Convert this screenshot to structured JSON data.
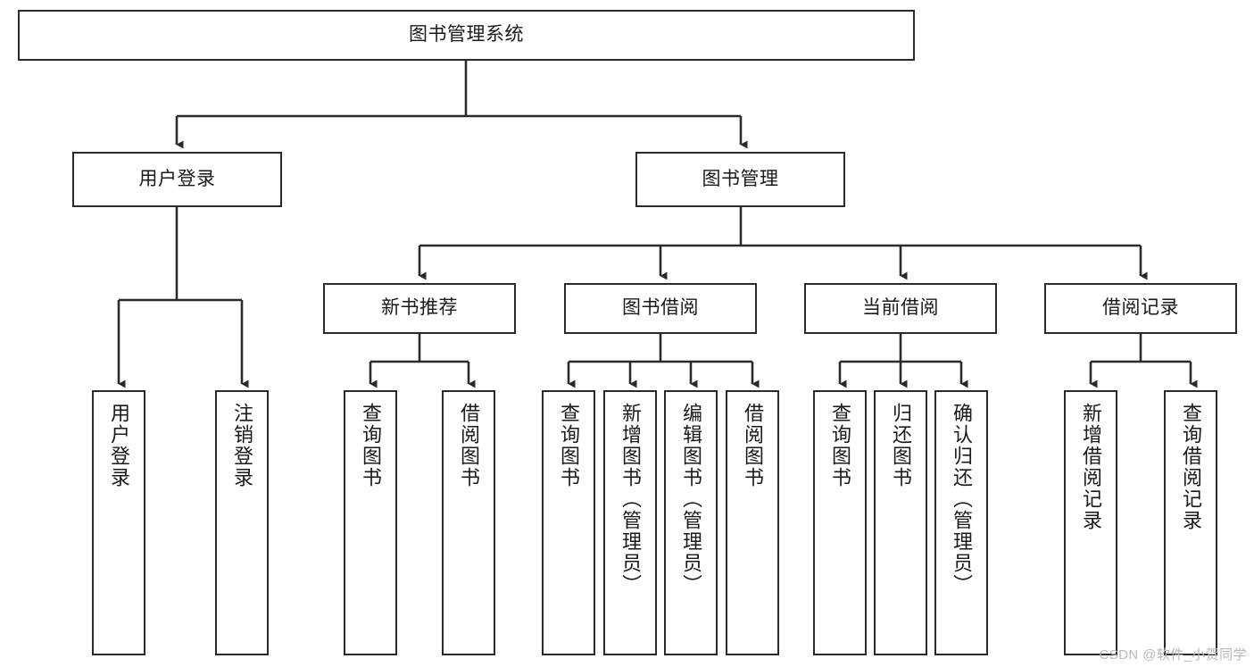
{
  "diagram": {
    "title": "图书管理系统",
    "type": "hierarchy-tree",
    "root": {
      "label": "图书管理系统"
    },
    "level2": [
      {
        "label": "用户登录"
      },
      {
        "label": "图书管理"
      }
    ],
    "level3": [
      {
        "label": "新书推荐"
      },
      {
        "label": "图书借阅"
      },
      {
        "label": "当前借阅"
      },
      {
        "label": "借阅记录"
      }
    ],
    "leaves": [
      {
        "label": "用户登录",
        "parent": "用户登录"
      },
      {
        "label": "注销登录",
        "parent": "用户登录"
      },
      {
        "label": "查询图书",
        "parent": "新书推荐"
      },
      {
        "label": "借阅图书",
        "parent": "新书推荐"
      },
      {
        "label": "查询图书",
        "parent": "图书借阅"
      },
      {
        "label": "新增图书（管理员）",
        "parent": "图书借阅"
      },
      {
        "label": "编辑图书（管理员）",
        "parent": "图书借阅"
      },
      {
        "label": "借阅图书",
        "parent": "图书借阅"
      },
      {
        "label": "查询图书",
        "parent": "当前借阅"
      },
      {
        "label": "归还图书",
        "parent": "当前借阅"
      },
      {
        "label": "确认归还（管理员）",
        "parent": "当前借阅"
      },
      {
        "label": "新增借阅记录",
        "parent": "借阅记录"
      },
      {
        "label": "查询借阅记录",
        "parent": "借阅记录"
      }
    ]
  },
  "watermark": {
    "text": "CSDN @软件_小贺同学"
  },
  "colors": {
    "stroke": "#2b2b2b",
    "background": "#ffffff",
    "text": "#1a1a1a",
    "watermark": "#b9b9b9"
  }
}
